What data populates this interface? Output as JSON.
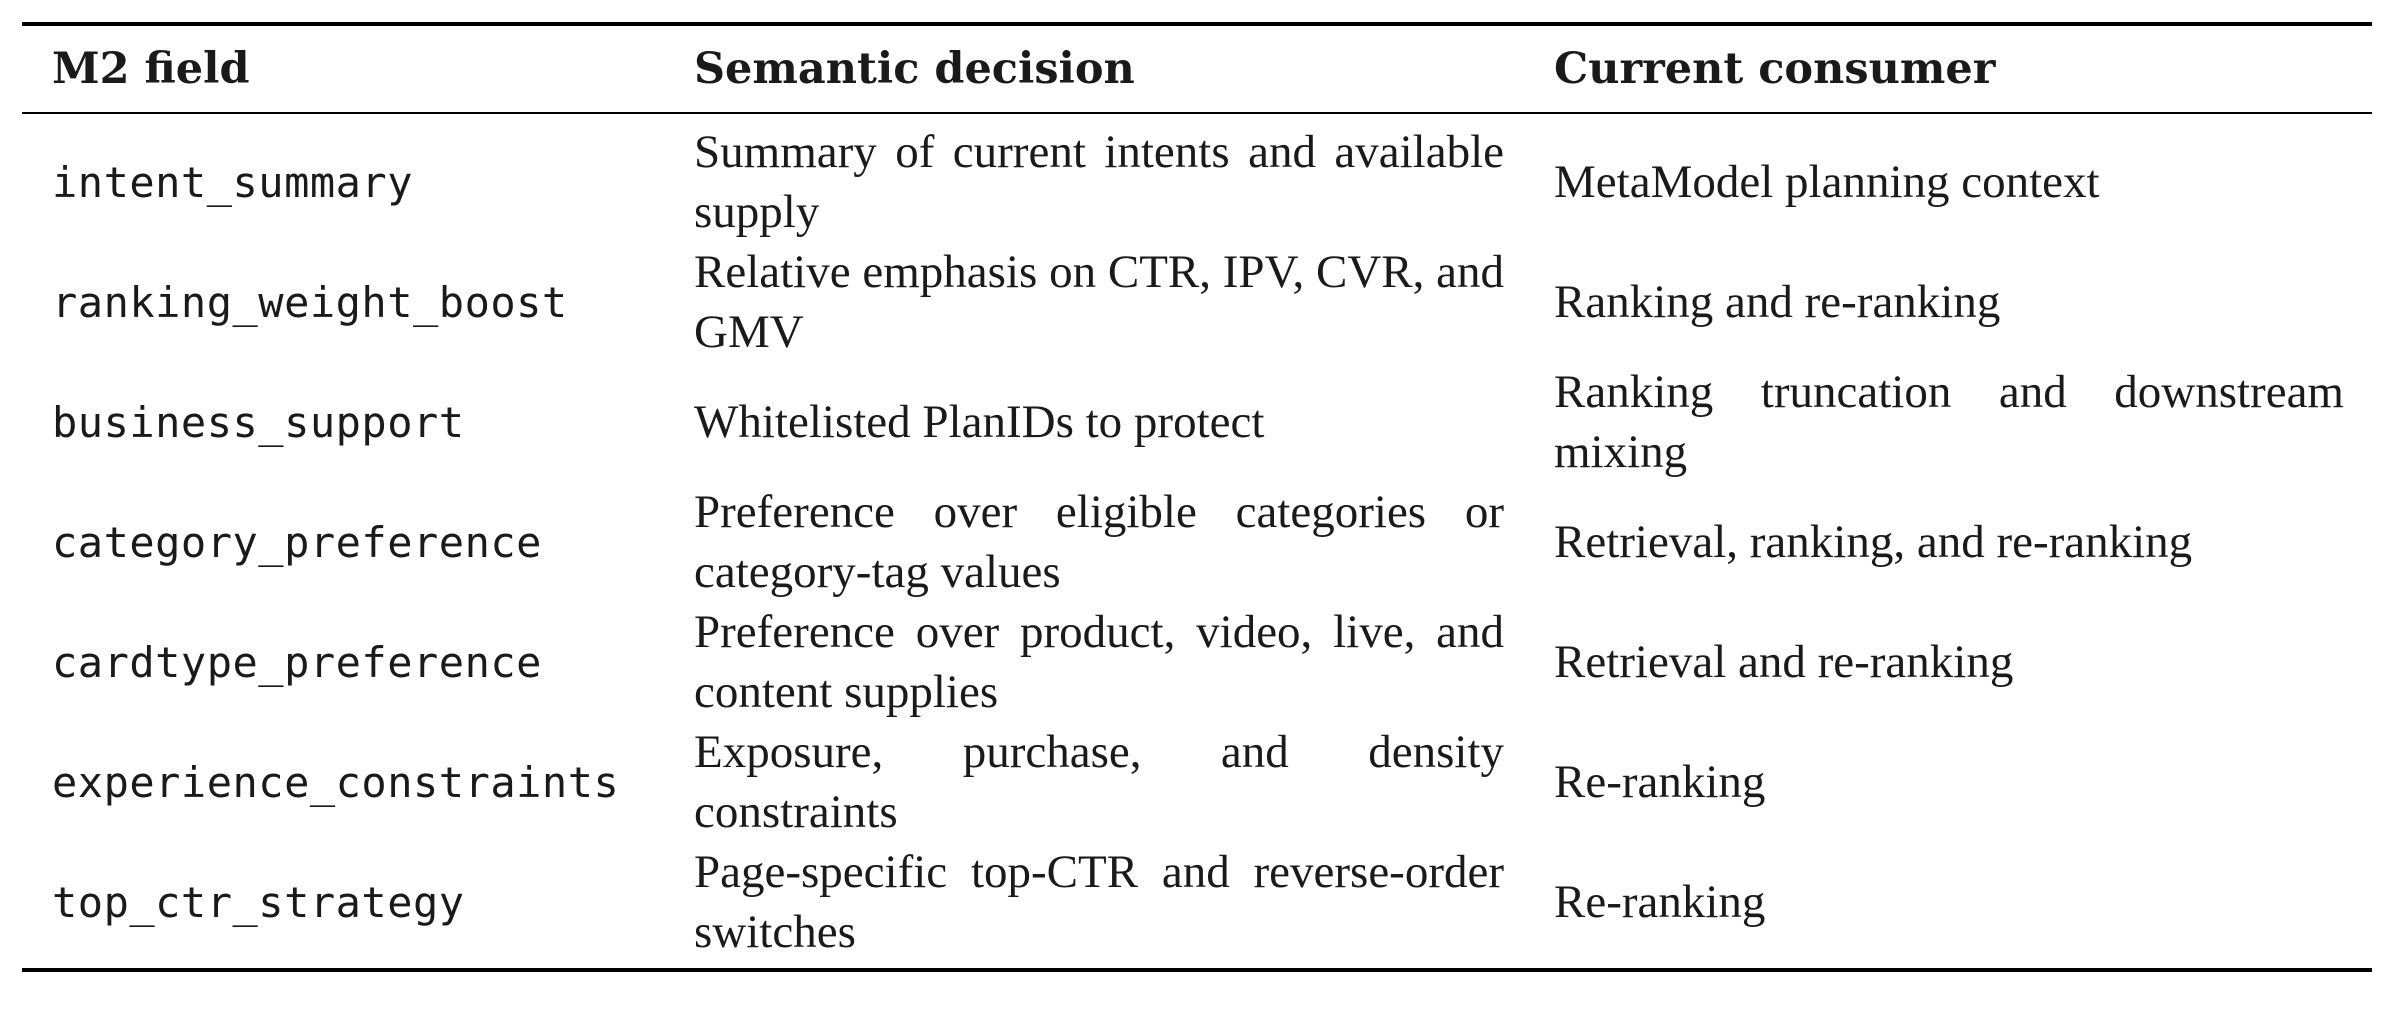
{
  "table": {
    "headers": [
      "M2 field",
      "Semantic decision",
      "Current consumer"
    ],
    "rows": [
      {
        "field": "intent_summary",
        "decision": "Summary of current intents and available supply",
        "consumer": "MetaModel planning context"
      },
      {
        "field": "ranking_weight_boost",
        "decision": "Relative emphasis on CTR, IPV, CVR, and GMV",
        "consumer": "Ranking and re-ranking"
      },
      {
        "field": "business_support",
        "decision": "Whitelisted PlanIDs to protect",
        "consumer": "Ranking truncation and downstream mixing"
      },
      {
        "field": "category_preference",
        "decision": "Preference over eligible categories or category-tag values",
        "consumer": "Retrieval, ranking, and re-ranking"
      },
      {
        "field": "cardtype_preference",
        "decision": "Preference over product, video, live, and content supplies",
        "consumer": "Retrieval and re-ranking"
      },
      {
        "field": "experience_constraints",
        "decision": "Exposure, purchase, and density constraints",
        "consumer": "Re-ranking"
      },
      {
        "field": "top_ctr_strategy",
        "decision": "Page-specific top-CTR and reverse-order switches",
        "consumer": "Re-ranking"
      }
    ]
  }
}
